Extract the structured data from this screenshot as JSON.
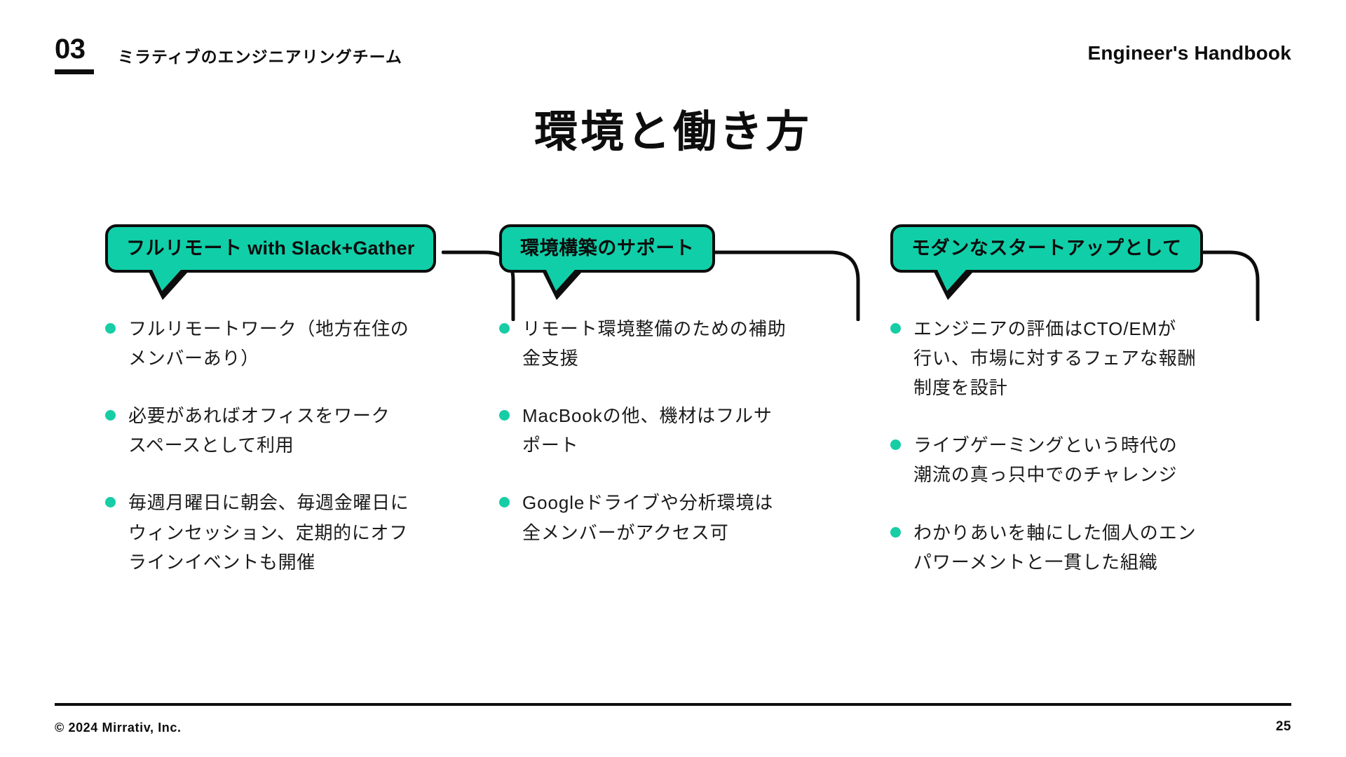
{
  "header": {
    "section_number": "03",
    "section_title": "ミラティブのエンジニアリングチーム",
    "brand": "Engineer's Handbook"
  },
  "main": {
    "title": "環境と働き方",
    "columns": [
      {
        "bubble_label": "フルリモート with Slack+Gather",
        "bubble_label_jp": "フルリモート",
        "bubble_label_en": " with Slack+Gather",
        "bullets": [
          "フルリモートワーク（地方在住の\nメンバーあり）",
          "必要があればオフィスをワーク\nスペースとして利用",
          "毎週月曜日に朝会、毎週金曜日に\nウィンセッション、定期的にオフ\nラインイベントも開催"
        ]
      },
      {
        "bubble_label": "環境構築のサポート",
        "bubble_label_jp": "環境構築のサポート",
        "bubble_label_en": "",
        "bullets": [
          "リモート環境整備のための補助\n金支援",
          "MacBookの他、機材はフルサ\nポート",
          "Googleドライブや分析環境は\n全メンバーがアクセス可"
        ]
      },
      {
        "bubble_label": "モダンなスタートアップとして",
        "bubble_label_jp": "モダンなスタートアップとして",
        "bubble_label_en": "",
        "bullets": [
          "エンジニアの評価はCTO/EMが\n行い、市場に対するフェアな報酬\n制度を設計",
          "ライブゲーミングという時代の\n潮流の真っ只中でのチャレンジ",
          "わかりあいを軸にした個人のエン\nパワーメントと一貫した組織"
        ]
      }
    ]
  },
  "footer": {
    "copyright": "© 2024 Mirrativ, Inc.",
    "page_number": "25"
  },
  "colors": {
    "accent_teal": "#10CFA8",
    "bullet_dot": "#17CDA6",
    "ink": "#0D0D0D",
    "background": "#FFFFFF"
  }
}
